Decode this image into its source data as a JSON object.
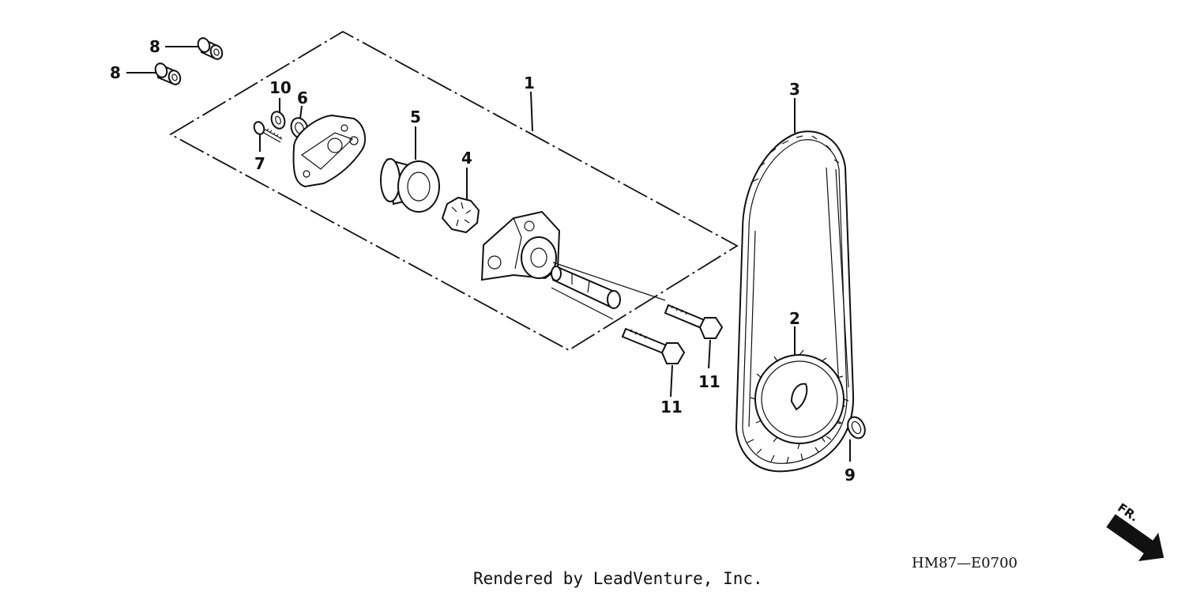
{
  "callouts": [
    {
      "id": "c8a",
      "label": "8"
    },
    {
      "id": "c8b",
      "label": "8"
    },
    {
      "id": "c10",
      "label": "10"
    },
    {
      "id": "c6",
      "label": "6"
    },
    {
      "id": "c7",
      "label": "7"
    },
    {
      "id": "c5",
      "label": "5"
    },
    {
      "id": "c1",
      "label": "1"
    },
    {
      "id": "c4",
      "label": "4"
    },
    {
      "id": "c3",
      "label": "3"
    },
    {
      "id": "c2",
      "label": "2"
    },
    {
      "id": "c11a",
      "label": "11"
    },
    {
      "id": "c11b",
      "label": "11"
    },
    {
      "id": "c9",
      "label": "9"
    }
  ],
  "reference_code": "HM87—E0700",
  "credit": "Rendered by LeadVenture, Inc.",
  "direction_label": "FR.",
  "icons": [
    "front-direction-arrow-icon"
  ],
  "colors": {
    "ink": "#111111",
    "background": "#ffffff"
  }
}
